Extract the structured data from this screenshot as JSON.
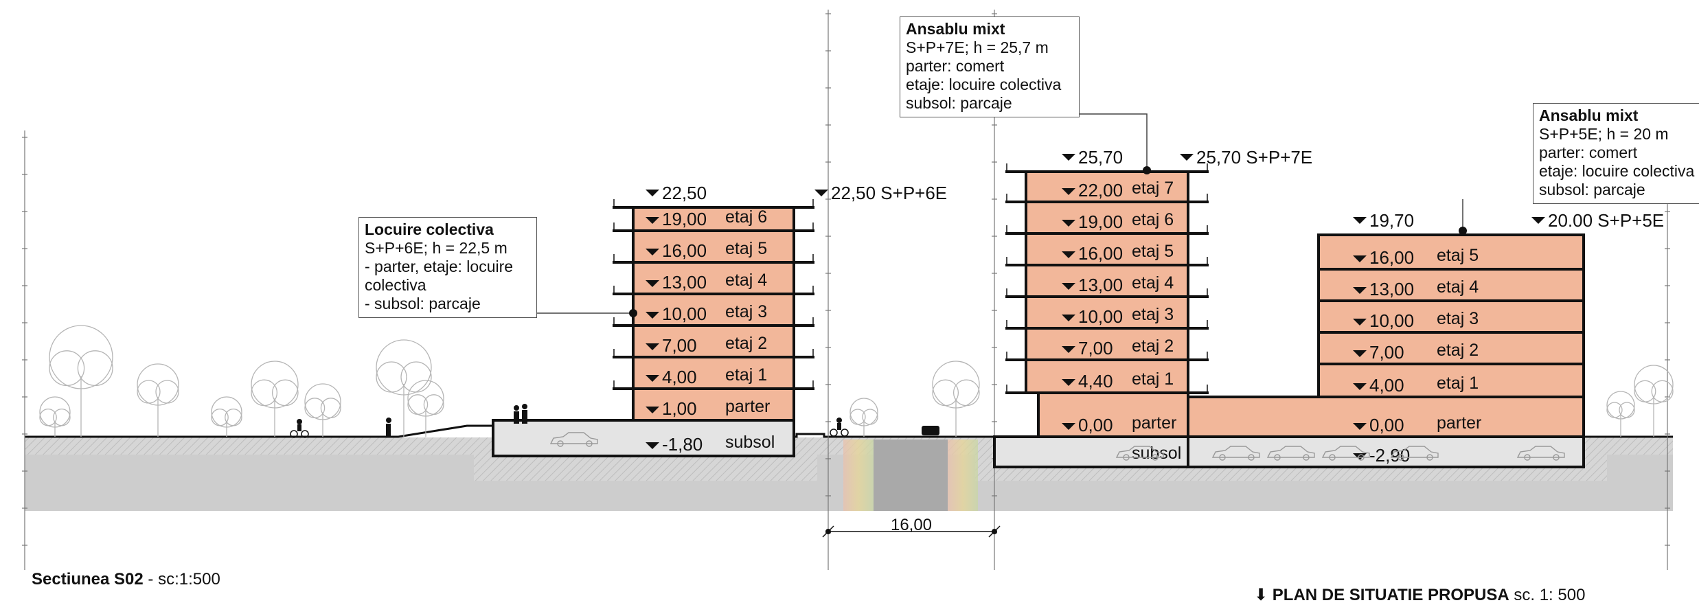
{
  "section_title": "Sectiunea S02",
  "section_scale": "- sc:1:500",
  "plan_caption": "PLAN DE SITUATIE PROPUSA",
  "plan_scale": "sc. 1: 500",
  "dimension_label": "16,00",
  "callouts": {
    "left": {
      "title": "Locuire colectiva",
      "lines": [
        "S+P+6E; h = 22,5 m",
        "- parter, etaje: locuire",
        "colectiva",
        "- subsol: parcaje"
      ]
    },
    "middle": {
      "title": "Ansablu mixt",
      "lines": [
        "S+P+7E; h = 25,7 m",
        "parter: comert",
        "etaje: locuire colectiva",
        "subsol: parcaje"
      ]
    },
    "right": {
      "title": "Ansablu mixt",
      "lines": [
        "S+P+5E; h = 20 m",
        "parter: comert",
        "etaje: locuire colectiva",
        "subsol: parcaje"
      ]
    }
  },
  "buildings": {
    "left": {
      "top_level": "22,50",
      "height_marker": "22,50 S+P+6E",
      "floors": [
        {
          "level": "19,00",
          "name": "etaj 6"
        },
        {
          "level": "16,00",
          "name": "etaj 5"
        },
        {
          "level": "13,00",
          "name": "etaj 4"
        },
        {
          "level": "10,00",
          "name": "etaj 3"
        },
        {
          "level": "7,00",
          "name": "etaj 2"
        },
        {
          "level": "4,00",
          "name": "etaj 1"
        },
        {
          "level": "1,00",
          "name": "parter"
        },
        {
          "level": "-1,80",
          "name": "subsol"
        }
      ]
    },
    "middle": {
      "top_level": "25,70",
      "height_marker": "25,70 S+P+7E",
      "floors": [
        {
          "level": "22,00",
          "name": "etaj 7"
        },
        {
          "level": "19,00",
          "name": "etaj 6"
        },
        {
          "level": "16,00",
          "name": "etaj 5"
        },
        {
          "level": "13,00",
          "name": "etaj 4"
        },
        {
          "level": "10,00",
          "name": "etaj 3"
        },
        {
          "level": "7,00",
          "name": "etaj 2"
        },
        {
          "level": "4,40",
          "name": "etaj 1"
        },
        {
          "level": "0,00",
          "name": "parter"
        },
        {
          "level": "",
          "name": "subsol"
        }
      ]
    },
    "right": {
      "top_level": "19,70",
      "height_marker": "20.00  S+P+5E",
      "floors": [
        {
          "level": "16,00",
          "name": "etaj 5"
        },
        {
          "level": "13,00",
          "name": "etaj 4"
        },
        {
          "level": "10,00",
          "name": "etaj 3"
        },
        {
          "level": "7,00",
          "name": "etaj 2"
        },
        {
          "level": "4,00",
          "name": "etaj 1"
        },
        {
          "level": "0,00",
          "name": "parter"
        },
        {
          "level": "-2,90",
          "name": ""
        }
      ]
    }
  },
  "colors": {
    "floor_fill": "#f2b79a",
    "basement_fill": "#e4e4e4",
    "ground_fill": "#cfcfcf",
    "line": "#111111"
  }
}
